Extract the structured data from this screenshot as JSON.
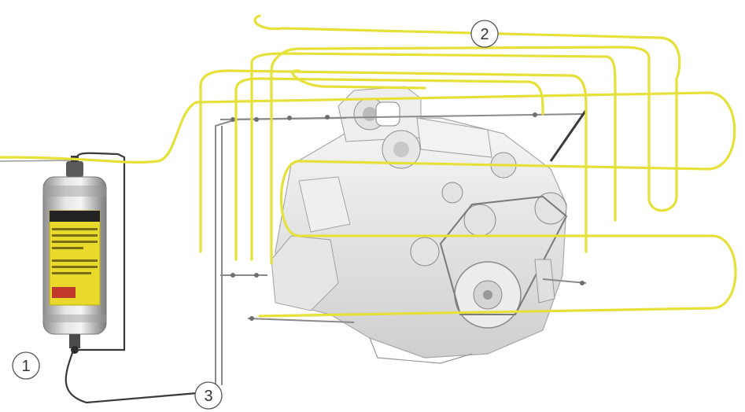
{
  "diagram": {
    "callouts": [
      {
        "id": "callout-1",
        "label": "1"
      },
      {
        "id": "callout-2",
        "label": "2"
      },
      {
        "id": "callout-3",
        "label": "3"
      }
    ]
  },
  "colors": {
    "heat_tube": "#E5E13A",
    "steel_line": "#8a8a8a",
    "hose": "#3a3a3a",
    "engine_body": "#e9e9e9",
    "engine_shadow": "#bdbdbd",
    "tank_label": "#E8D92A",
    "tank_shell": "#c8c8c8"
  },
  "icons": {
    "tank": "fire-suppression-cylinder-icon",
    "engine": "diesel-engine-icon"
  }
}
